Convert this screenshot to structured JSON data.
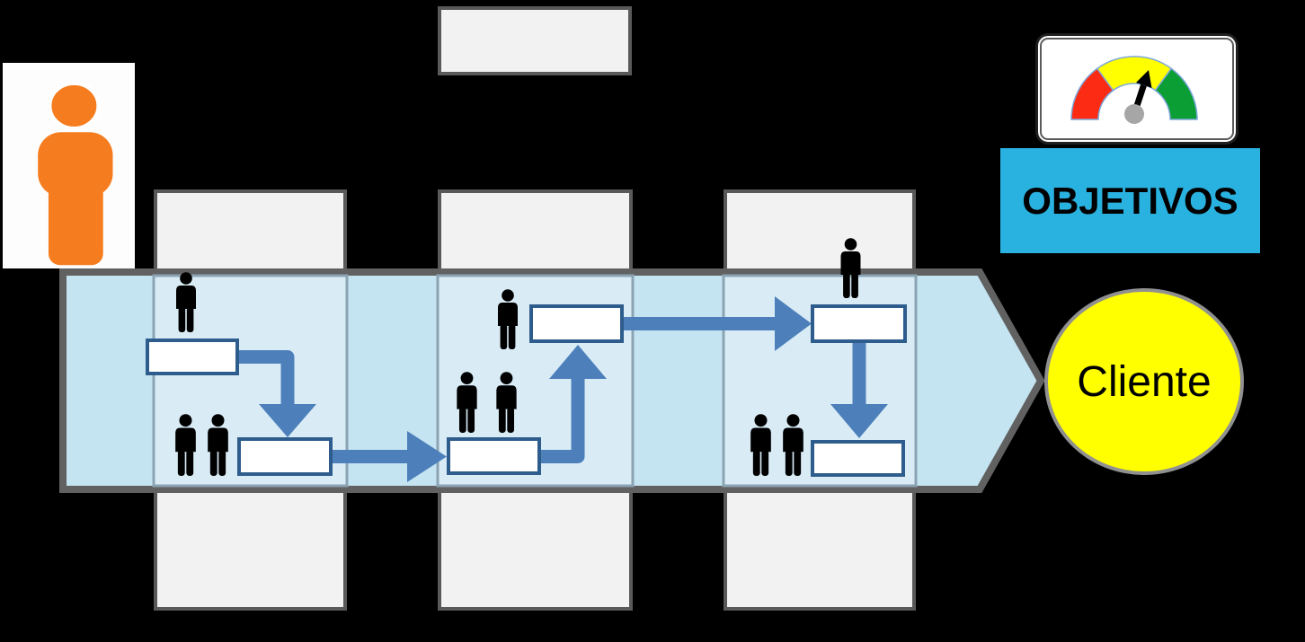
{
  "diagram": {
    "title_hint": "process-flow-diagram",
    "objectives_label": "OBJETIVOS",
    "customer_label": "Cliente",
    "icons": {
      "owner": "person-icon",
      "gauge": "gauge-icon",
      "worker": "person-icon"
    },
    "colors": {
      "background": "#000000",
      "column_fill": "#f2f2f2",
      "column_border": "#595959",
      "band_fill": "#c5e4f2",
      "band_column_fill": "#d9ecf6",
      "band_border": "#616161",
      "band_edge_line": "#8ba3b2",
      "arrow_blue": "#4d80bb",
      "box_border": "#2e5c8c",
      "box_fill": "#ffffff",
      "objectives_bg": "#29b2e0",
      "customer_fill": "#ffff00",
      "customer_border": "#909090",
      "person_black": "#000000",
      "person_orange": "#f57d1f",
      "owner_card_bg": "#fdfdfd",
      "gauge_red": "#fb2b14",
      "gauge_yellow": "#ffff00",
      "gauge_green": "#0b9e35",
      "gauge_hub": "#a6a6a6",
      "text_black": "#000000"
    }
  }
}
